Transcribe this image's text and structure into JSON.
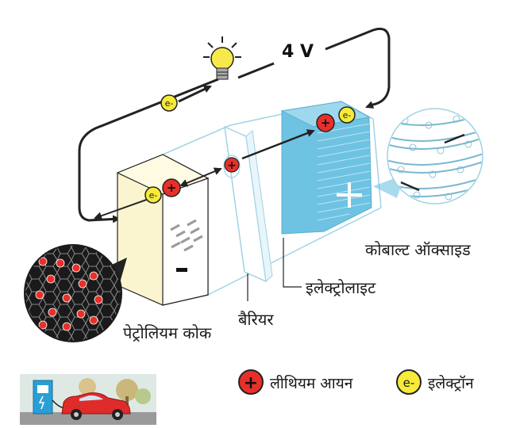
{
  "voltage": "4 V",
  "labels": {
    "anode": "पेट्रोलियम कोक",
    "barrier": "बैरियर",
    "electrolyte": "इलेक्ट्रोलाइट",
    "cathode": "कोबाल्ट ऑक्साइड"
  },
  "legend": {
    "lithium_ion": "लीथियम आयन",
    "electron": "इलेक्ट्रॉन"
  },
  "symbols": {
    "electron": "e-",
    "plus": "+",
    "minus": "−"
  },
  "colors": {
    "wire": "#222222",
    "cell_outline": "#9fd3e6",
    "cathode_fill": "#6fc3e2",
    "anode_fill": "#fbf5cf",
    "ion_red": "#e8302a",
    "electron_yellow": "#f6ea3a"
  },
  "icons": [
    "light-bulb-icon",
    "ev-charging-car-icon"
  ]
}
